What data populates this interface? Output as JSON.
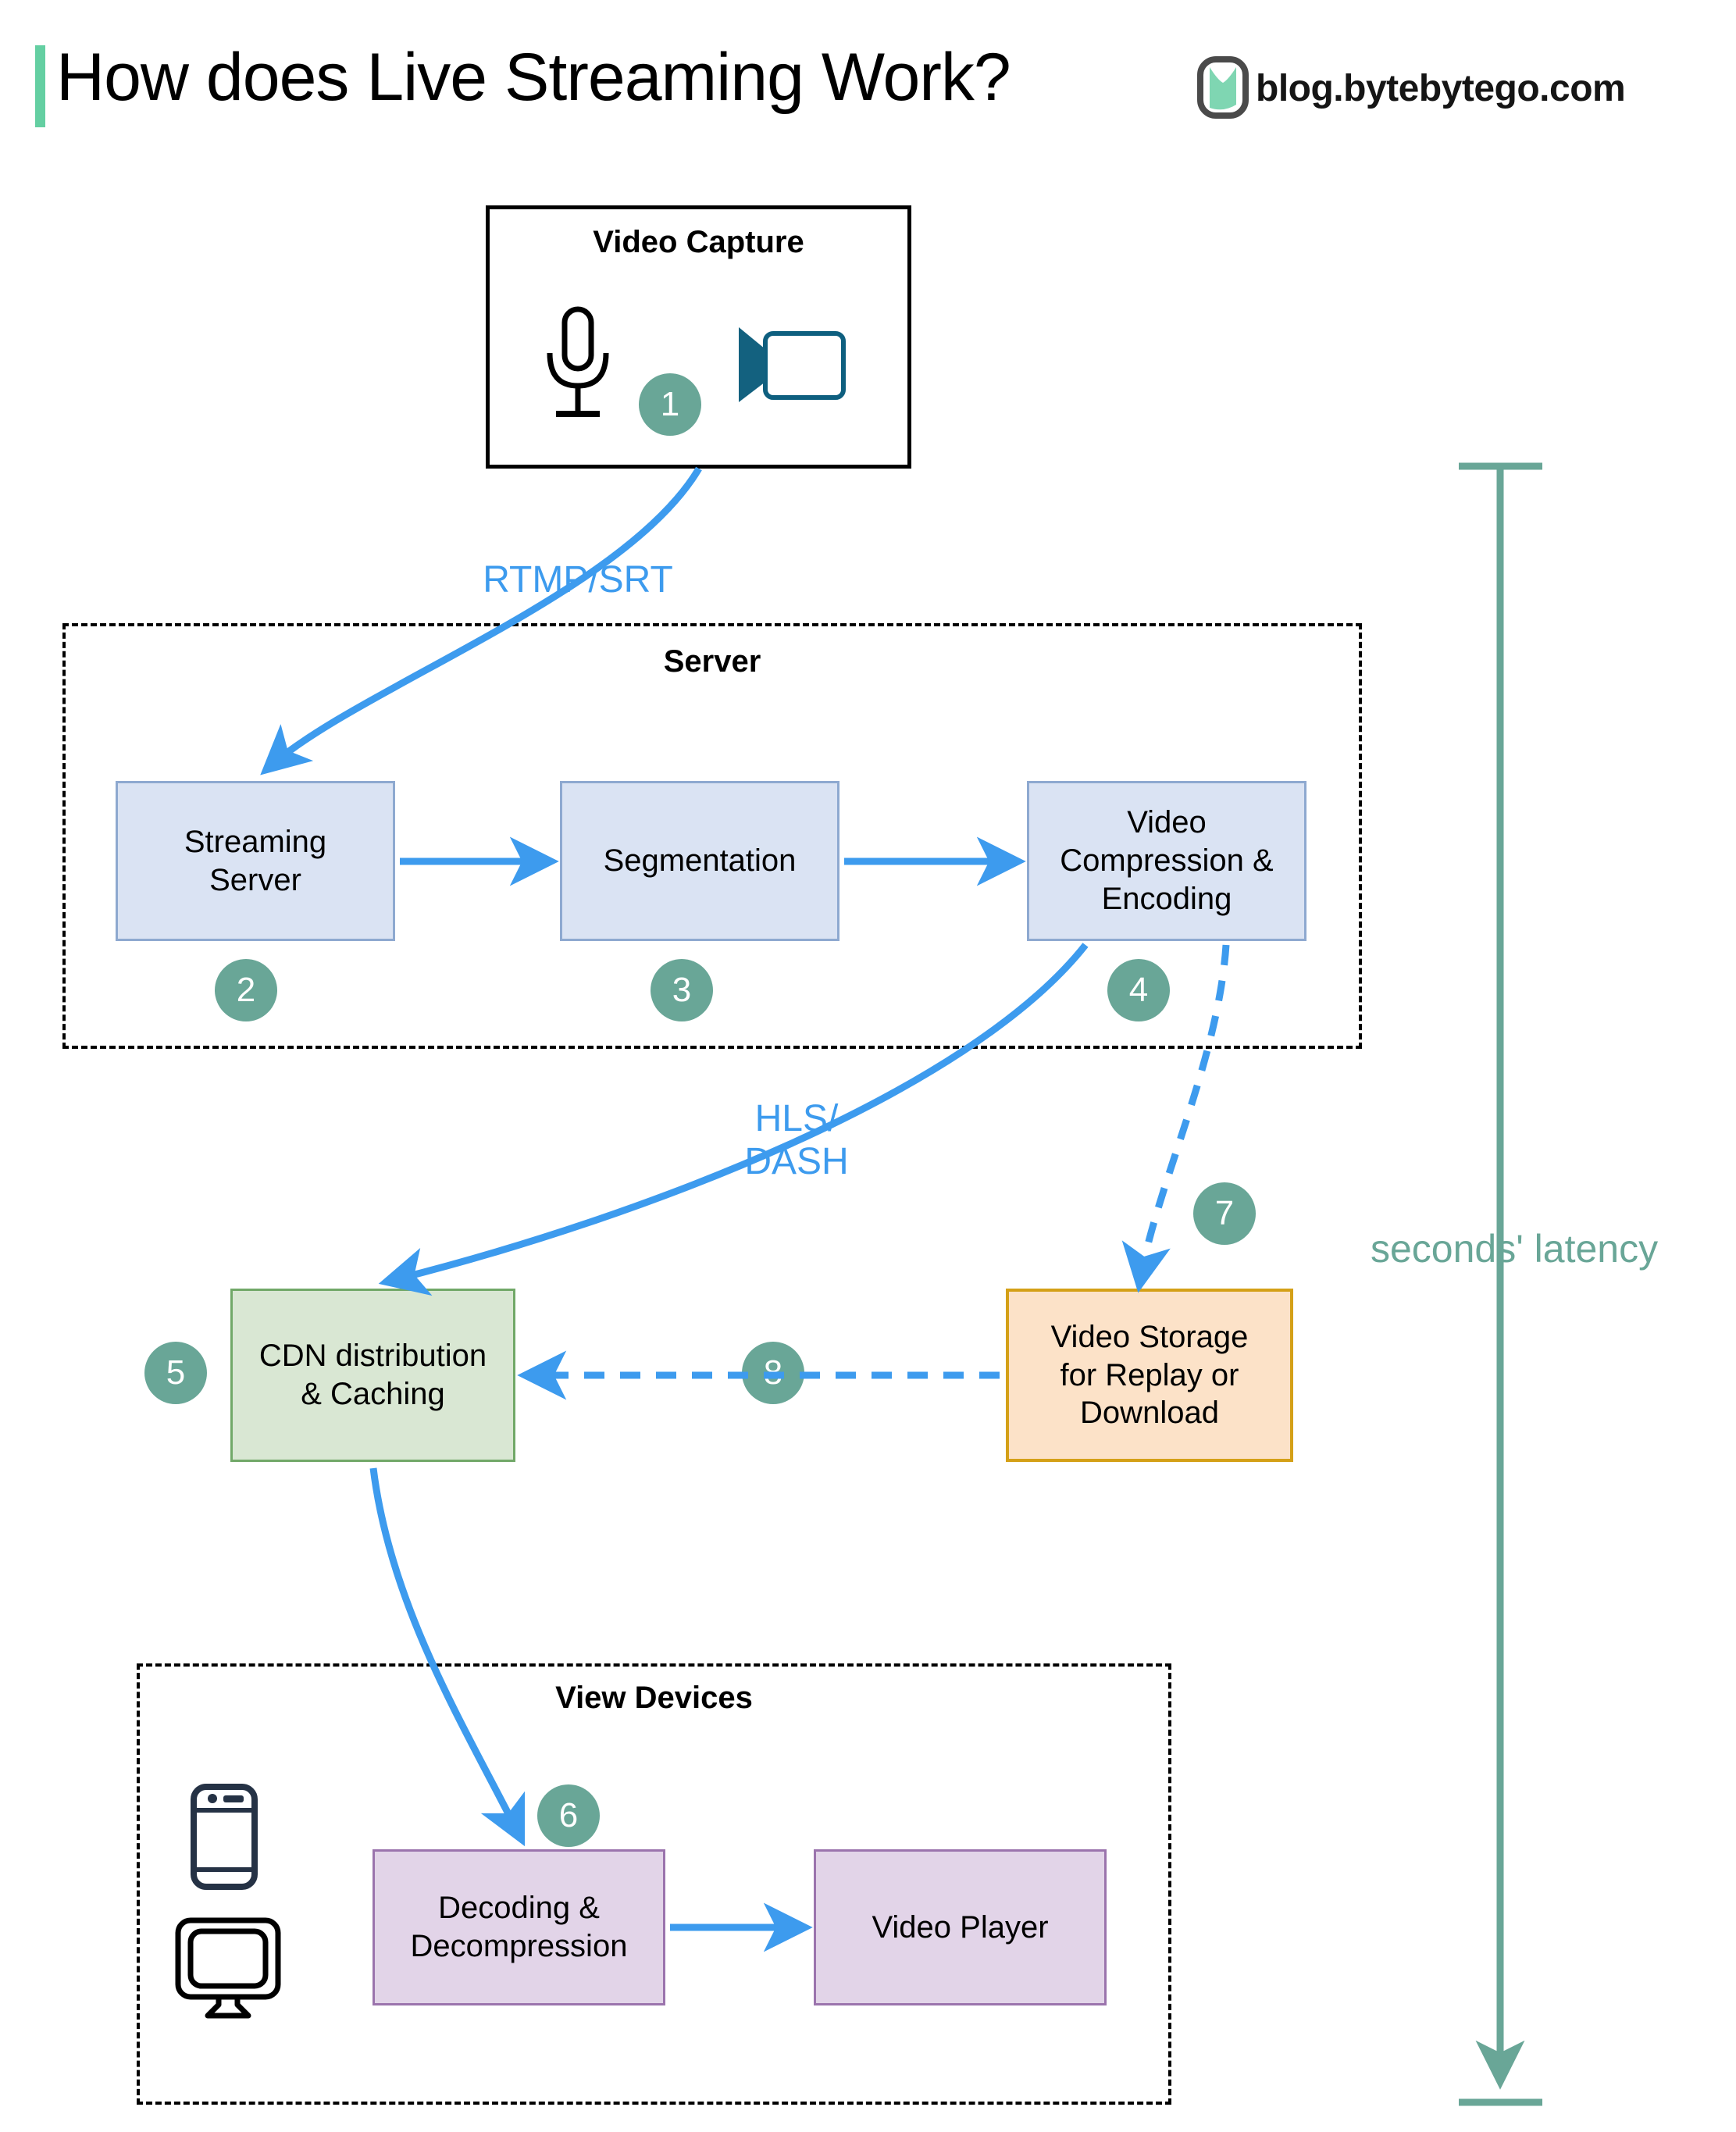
{
  "header": {
    "title": "How does Live Streaming Work?",
    "brand": "blog.bytebytego.com",
    "logo_icon": "bytebytego-logo-icon",
    "accent_color": "#64cfa2"
  },
  "colors": {
    "edge_blue": "#3d9bee",
    "badge_green": "#69a697",
    "node_blue_fill": "#dae3f3",
    "node_blue_border": "#8ea9d0",
    "node_green_fill": "#d9e7d3",
    "node_green_border": "#71a868",
    "node_orange_fill": "#fce2c8",
    "node_orange_border": "#d4a017",
    "node_purple_fill": "#e2d4e8",
    "node_purple_border": "#9b74ad",
    "latency_green": "#69a697",
    "camera_icon_color": "#0e5f7f",
    "phone_icon_color": "#253245"
  },
  "capture_group": {
    "title": "Video Capture",
    "mic_icon": "microphone-icon",
    "camera_icon": "video-camera-icon",
    "badge": "1"
  },
  "server_group": {
    "title": "Server",
    "nodes": [
      {
        "label": "Streaming\nServer",
        "badge": "2"
      },
      {
        "label": "Segmentation",
        "badge": "3"
      },
      {
        "label": "Video\nCompression &\nEncoding",
        "badge": "4"
      }
    ]
  },
  "cdn": {
    "label": "CDN distribution\n& Caching",
    "badge": "5"
  },
  "storage": {
    "label": "Video Storage\nfor Replay or\nDownload",
    "badge": "7",
    "back_badge": "8"
  },
  "view_group": {
    "title": "View Devices",
    "phone_icon": "mobile-phone-icon",
    "monitor_icon": "desktop-monitor-icon",
    "nodes": [
      {
        "label": "Decoding &\nDecompression",
        "badge": "6"
      },
      {
        "label": "Video Player",
        "badge": ""
      }
    ]
  },
  "edges": [
    {
      "id": "capture-to-streaming-server",
      "label": "RTMP/SRT",
      "style": "solid"
    },
    {
      "id": "streaming-server-to-segmentation",
      "label": "",
      "style": "solid"
    },
    {
      "id": "segmentation-to-encoding",
      "label": "",
      "style": "solid"
    },
    {
      "id": "encoding-to-cdn",
      "label": "HLS/\nDASH",
      "style": "solid"
    },
    {
      "id": "encoding-to-storage",
      "label": "",
      "style": "dashed"
    },
    {
      "id": "storage-to-cdn",
      "label": "",
      "style": "dashed"
    },
    {
      "id": "cdn-to-decoding",
      "label": "",
      "style": "solid"
    },
    {
      "id": "decoding-to-player",
      "label": "",
      "style": "solid"
    }
  ],
  "latency": {
    "label": "seconds' latency",
    "bracket_icon": "latency-span-bracket-icon"
  }
}
